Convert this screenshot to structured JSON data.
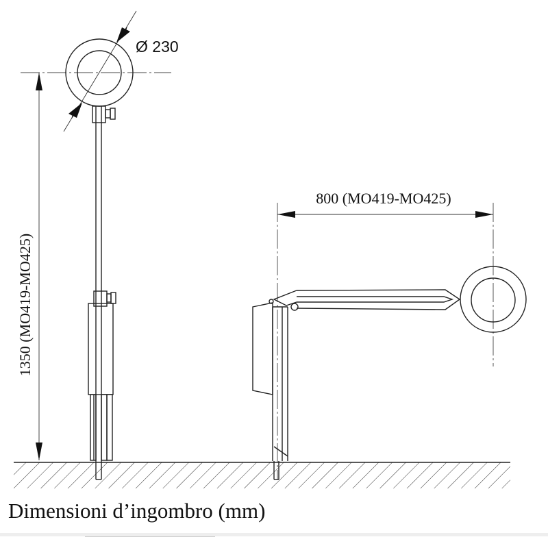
{
  "diameter_label": "Ø 230",
  "height_label": "1350 (MO419-MO425)",
  "reach_label": "800 (MO419-MO425)",
  "caption": "Dimensioni d’ingombro (mm)"
}
